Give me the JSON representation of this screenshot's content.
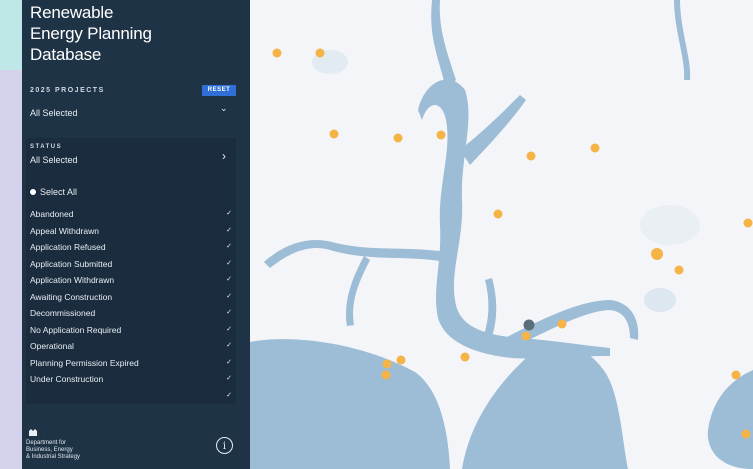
{
  "app": {
    "title": "Renewable\nEnergy Planning\nDatabase"
  },
  "projects": {
    "label": "2025 PROJECTS",
    "reset_label": "RESET",
    "selected": "All Selected"
  },
  "status": {
    "label": "STATUS",
    "selected": "All Selected",
    "select_all_label": "Select All",
    "items": [
      {
        "label": "Abandoned"
      },
      {
        "label": "Appeal Withdrawn"
      },
      {
        "label": "Application Refused"
      },
      {
        "label": "Application Submitted"
      },
      {
        "label": "Application Withdrawn"
      },
      {
        "label": "Awaiting Construction"
      },
      {
        "label": "Decommissioned"
      },
      {
        "label": "No Application Required"
      },
      {
        "label": "Operational"
      },
      {
        "label": "Planning Permission Expired"
      },
      {
        "label": "Under Construction"
      }
    ]
  },
  "footer": {
    "department": "Department for\nBusiness, Energy\n& Industrial Strategy",
    "info_label": "i"
  },
  "map": {
    "water_color": "#9dbcd6",
    "land_color": "#f3f5f8",
    "marker_color": "#f5b445",
    "selected_marker_color": "#5b6f7a",
    "accent_color": "#2f6fd6"
  }
}
